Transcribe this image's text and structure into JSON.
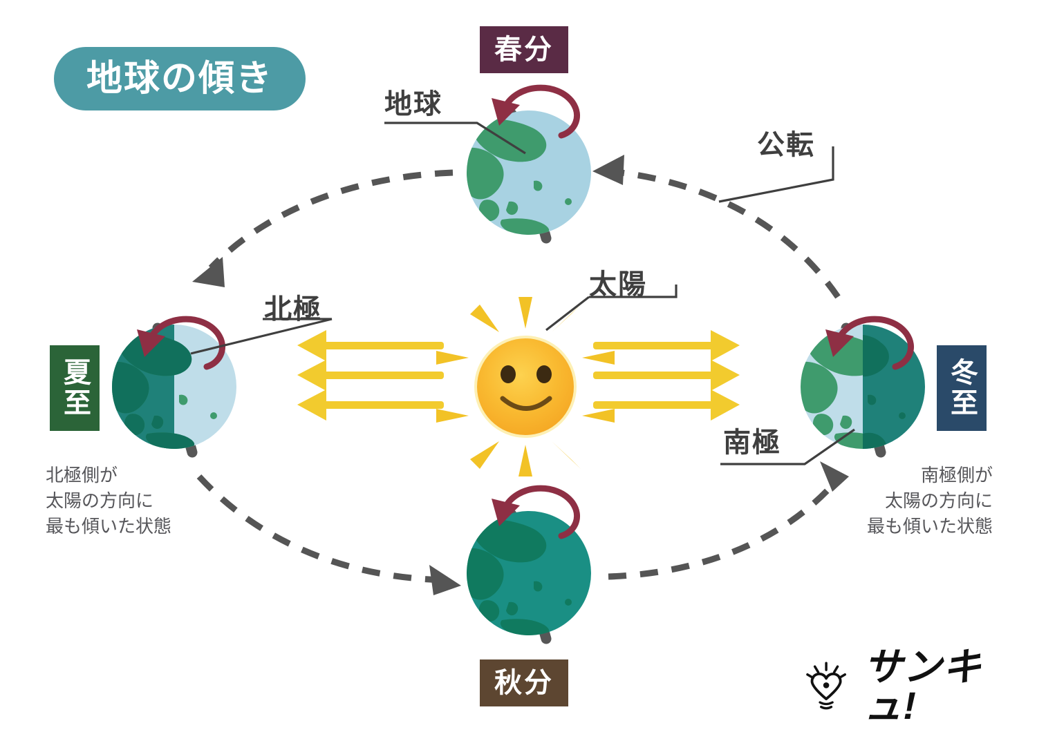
{
  "title": {
    "badge_label": "地球の傾き",
    "badge_color": "#4d9ba5"
  },
  "seasons": [
    {
      "key": "shunbun",
      "label": "春分",
      "color": "#5a2b45",
      "position": "top"
    },
    {
      "key": "geshi",
      "label": "夏至",
      "color": "#2b6438",
      "position": "left"
    },
    {
      "key": "shuubun",
      "label": "秋分",
      "color": "#5d4631",
      "position": "bottom"
    },
    {
      "key": "touji",
      "label": "冬至",
      "color": "#2a4a69",
      "position": "right"
    }
  ],
  "annotations": {
    "earth": "地球",
    "revolution": "公転",
    "sun": "太陽",
    "north_pole": "北極",
    "south_pole": "南極"
  },
  "captions": {
    "left": "北極側が\n太陽の方向に\n最も傾いた状態",
    "right": "南極側が\n太陽の方向に\n最も傾いた状態"
  },
  "logo": {
    "wordmark": "サンキュ!",
    "icon": "heart-lightbulb-icon"
  },
  "colors": {
    "ocean_lit": "#a8d2e2",
    "land_lit": "#3f9b6d",
    "ocean_shadow": "#1f8179",
    "land_shadow": "#11705c",
    "ocean_dark": "#1a8f84",
    "land_dark": "#107a5f",
    "axis": "#575757",
    "rotation_arrow": "#8e2f44",
    "orbit": "#555555",
    "sunray": "#f2cb2e",
    "sun_body": "#f8b32c",
    "sun_ray": "#f2c226",
    "sun_face": "#4a3113",
    "text_dark": "#3f3f3f",
    "text_caption": "#56565a"
  }
}
